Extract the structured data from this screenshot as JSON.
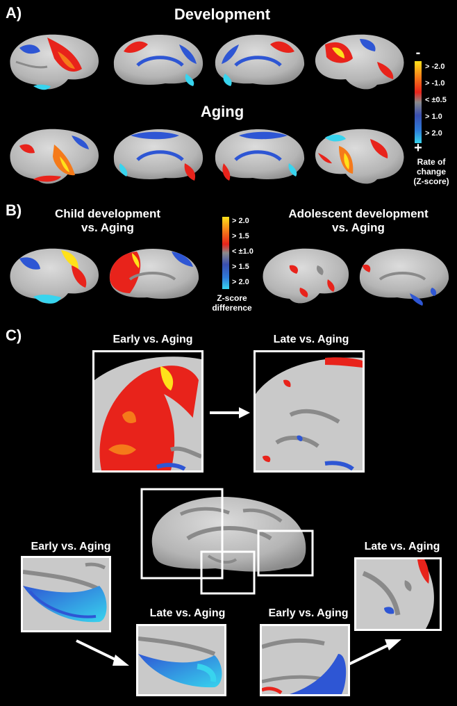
{
  "panels": {
    "a": {
      "label": "A)",
      "row1_title": "Development",
      "row2_title": "Aging",
      "colorbar": {
        "sign_top": "-",
        "sign_bottom": "+",
        "ticks": [
          "> -2.0",
          "> -1.0",
          "< ±0.5",
          "> 1.0",
          "> 2.0"
        ],
        "note_lines": [
          "Rate of",
          "change",
          "(Z-score)"
        ]
      }
    },
    "b": {
      "label": "B)",
      "left_title_lines": [
        "Child development",
        "vs. Aging"
      ],
      "right_title_lines": [
        "Adolescent development",
        "vs. Aging"
      ],
      "colorbar": {
        "ticks": [
          "> 2.0",
          "> 1.5",
          "< ±1.0",
          "> 1.5",
          "> 2.0"
        ],
        "note_lines": [
          "Z-score",
          "difference"
        ]
      }
    },
    "c": {
      "label": "C)",
      "top_left": "Early vs. Aging",
      "top_right": "Late vs. Aging",
      "bottom_left_top": "Early vs. Aging",
      "bottom_left_bottom": "Late vs. Aging",
      "bottom_right_bottom": "Early vs. Aging",
      "bottom_right_top": "Late vs. Aging"
    }
  },
  "colors": {
    "background": "#000000",
    "cortex": "#b9b9b9",
    "sulcus": "#8a8a8a",
    "red": "#e8231b",
    "orange": "#f57a1a",
    "yellow": "#ffe11a",
    "blue": "#2e56d4",
    "cyan": "#38d4ee"
  }
}
